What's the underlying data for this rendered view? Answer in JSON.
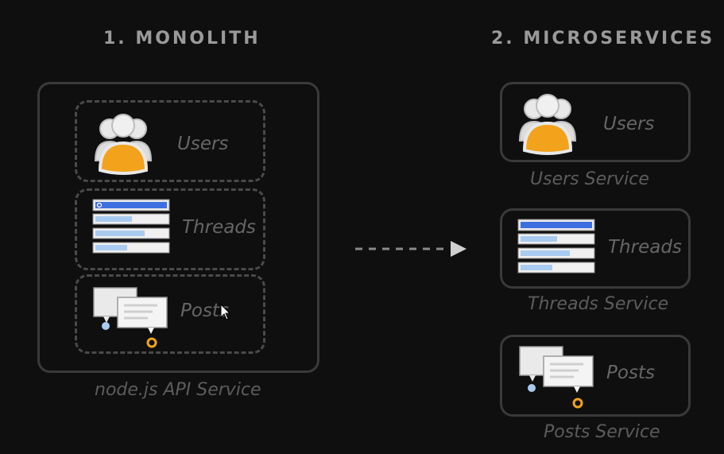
{
  "monolith": {
    "heading": "1. MONOLITH",
    "caption": "node.js API Service",
    "modules": [
      {
        "label": "Users",
        "icon": "users-icon"
      },
      {
        "label": "Threads",
        "icon": "threads-list-icon"
      },
      {
        "label": "Posts",
        "icon": "posts-chat-icon"
      }
    ]
  },
  "microservices": {
    "heading": "2. MICROSERVICES",
    "services": [
      {
        "label": "Users",
        "caption": "Users Service",
        "icon": "users-icon"
      },
      {
        "label": "Threads",
        "caption": "Threads Service",
        "icon": "threads-list-icon"
      },
      {
        "label": "Posts",
        "caption": "Posts Service",
        "icon": "posts-chat-icon"
      }
    ]
  },
  "colors": {
    "accent_orange": "#f2a31b",
    "accent_blue": "#3d6fe0",
    "border": "#3a3a3a",
    "background": "#0f0f10"
  }
}
